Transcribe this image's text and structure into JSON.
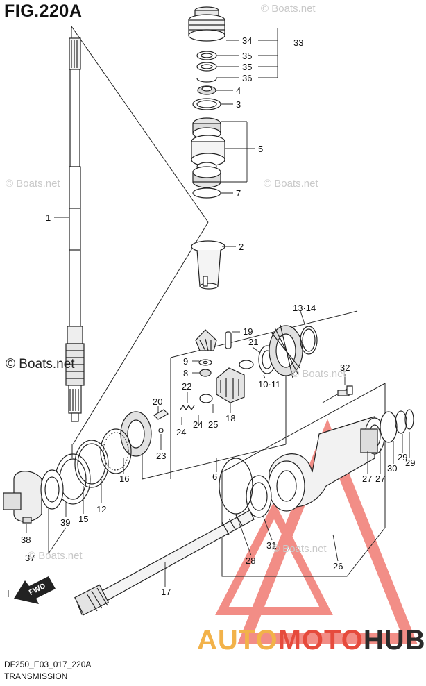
{
  "figure": {
    "title": "FIG.220A",
    "code": "DF250_E03_017_220A",
    "name": "TRANSMISSION"
  },
  "watermarks": {
    "small_text": "© Boats.net",
    "main_text": "© Boats.net"
  },
  "fwd_label": "FWD",
  "callouts": [
    "34",
    "33",
    "35",
    "35",
    "36",
    "4",
    "3",
    "5",
    "7",
    "2",
    "1",
    "13·14",
    "19",
    "21",
    "9",
    "8",
    "10·11",
    "22",
    "20",
    "24",
    "25",
    "18",
    "32",
    "24",
    "23",
    "16",
    "12",
    "15",
    "39",
    "38",
    "37",
    "6",
    "29",
    "29",
    "30",
    "27",
    "27",
    "28",
    "31",
    "26",
    "17"
  ],
  "brand": {
    "part1": "AUTO",
    "part2": "MOTO",
    "part3": "HUB",
    "colors": {
      "part1": "#f2b24a",
      "part2": "#e64a3c",
      "part3": "#2a2a2a",
      "logo": "#f07a72"
    }
  }
}
